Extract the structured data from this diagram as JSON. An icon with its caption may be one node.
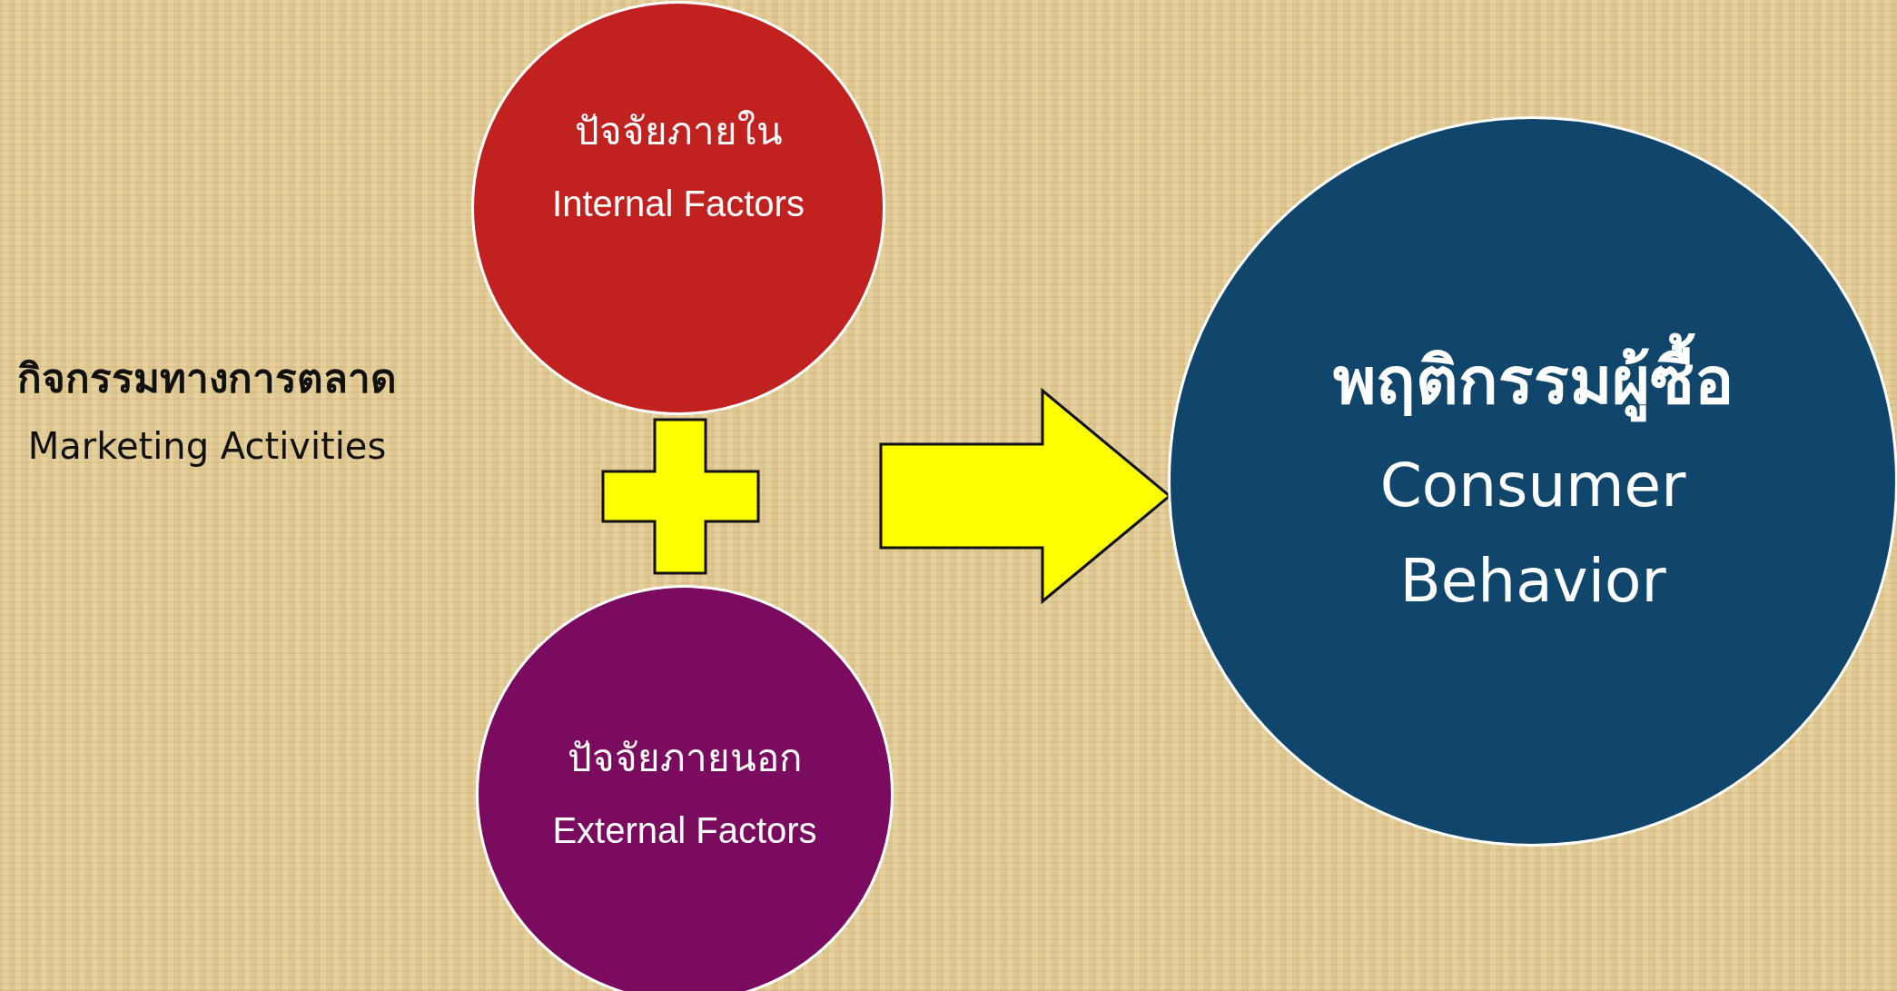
{
  "diagram": {
    "nodes": [
      {
        "text": [
          "กิจกรรมทางการตลาด",
          "Marketing Activities"
        ]
      },
      {
        "text": [
          "ปัจจัยภายใน",
          "Internal Factors"
        ]
      },
      {
        "text": [
          "ปัจจัยภายนอก",
          "External Factors"
        ]
      },
      {
        "text": [
          "พฤติกรรมผู้ซื้อ",
          "Consumer Behavior"
        ]
      }
    ],
    "edges": [
      {
        "from": null,
        "to": 3,
        "arrow": "to",
        "style": "thick",
        "color": "#ffff00"
      }
    ]
  }
}
